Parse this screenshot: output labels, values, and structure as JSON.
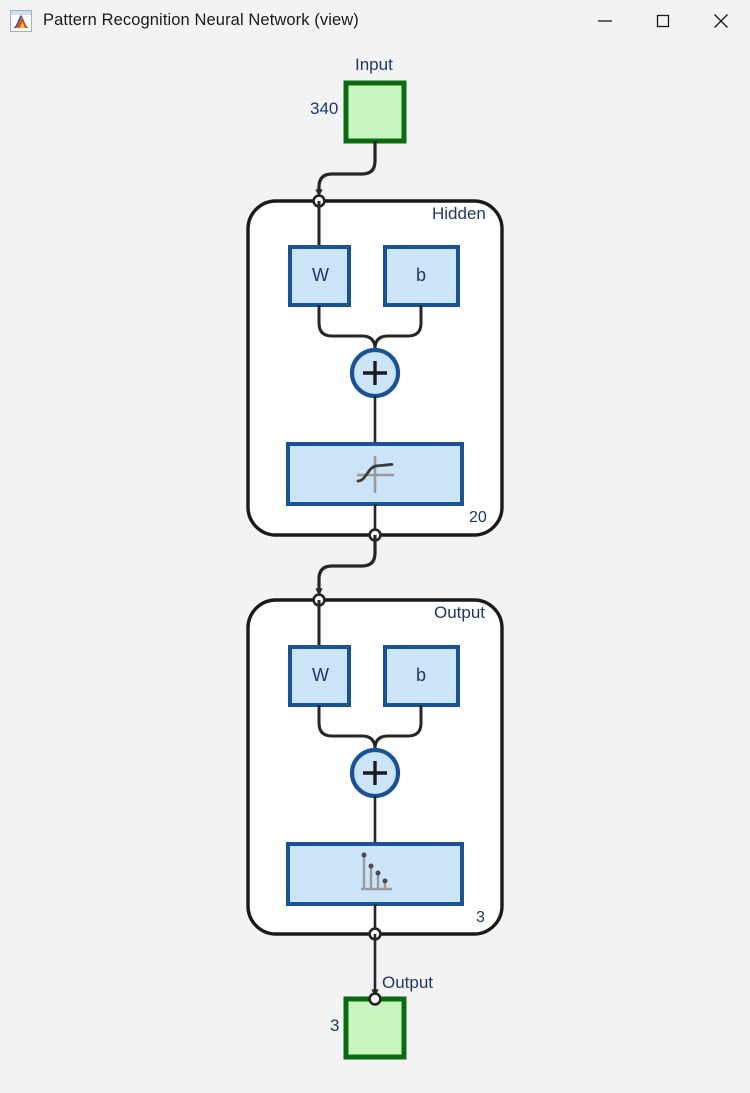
{
  "window": {
    "title": "Pattern Recognition Neural Network (view)",
    "app_icon": "matlab-membrane-icon",
    "controls": {
      "minimize": "minimize-icon",
      "maximize": "maximize-icon",
      "close": "close-icon"
    }
  },
  "diagram": {
    "type": "neural-network-architecture",
    "input": {
      "label": "Input",
      "size": "340",
      "fill_color": "#c9f5c0",
      "border_color": "#0b6b12"
    },
    "layers": [
      {
        "name": "Hidden",
        "size": "20",
        "weight_label": "W",
        "bias_label": "b",
        "sum_label": "+",
        "transfer_function": "tansig-sigmoid-icon",
        "fill_color": "#cce4f7",
        "border_color": "#1a5296"
      },
      {
        "name": "Output",
        "size": "3",
        "weight_label": "W",
        "bias_label": "b",
        "sum_label": "+",
        "transfer_function": "softmax-icon",
        "fill_color": "#cce4f7",
        "border_color": "#1a5296"
      }
    ],
    "output": {
      "label": "Output",
      "size": "3",
      "fill_color": "#c9f5c0",
      "border_color": "#0b6b12"
    },
    "colors": {
      "background": "#f3f3f3",
      "layer_panel": "#ffffff",
      "connection": "#262626",
      "text": "#1f3864"
    }
  }
}
